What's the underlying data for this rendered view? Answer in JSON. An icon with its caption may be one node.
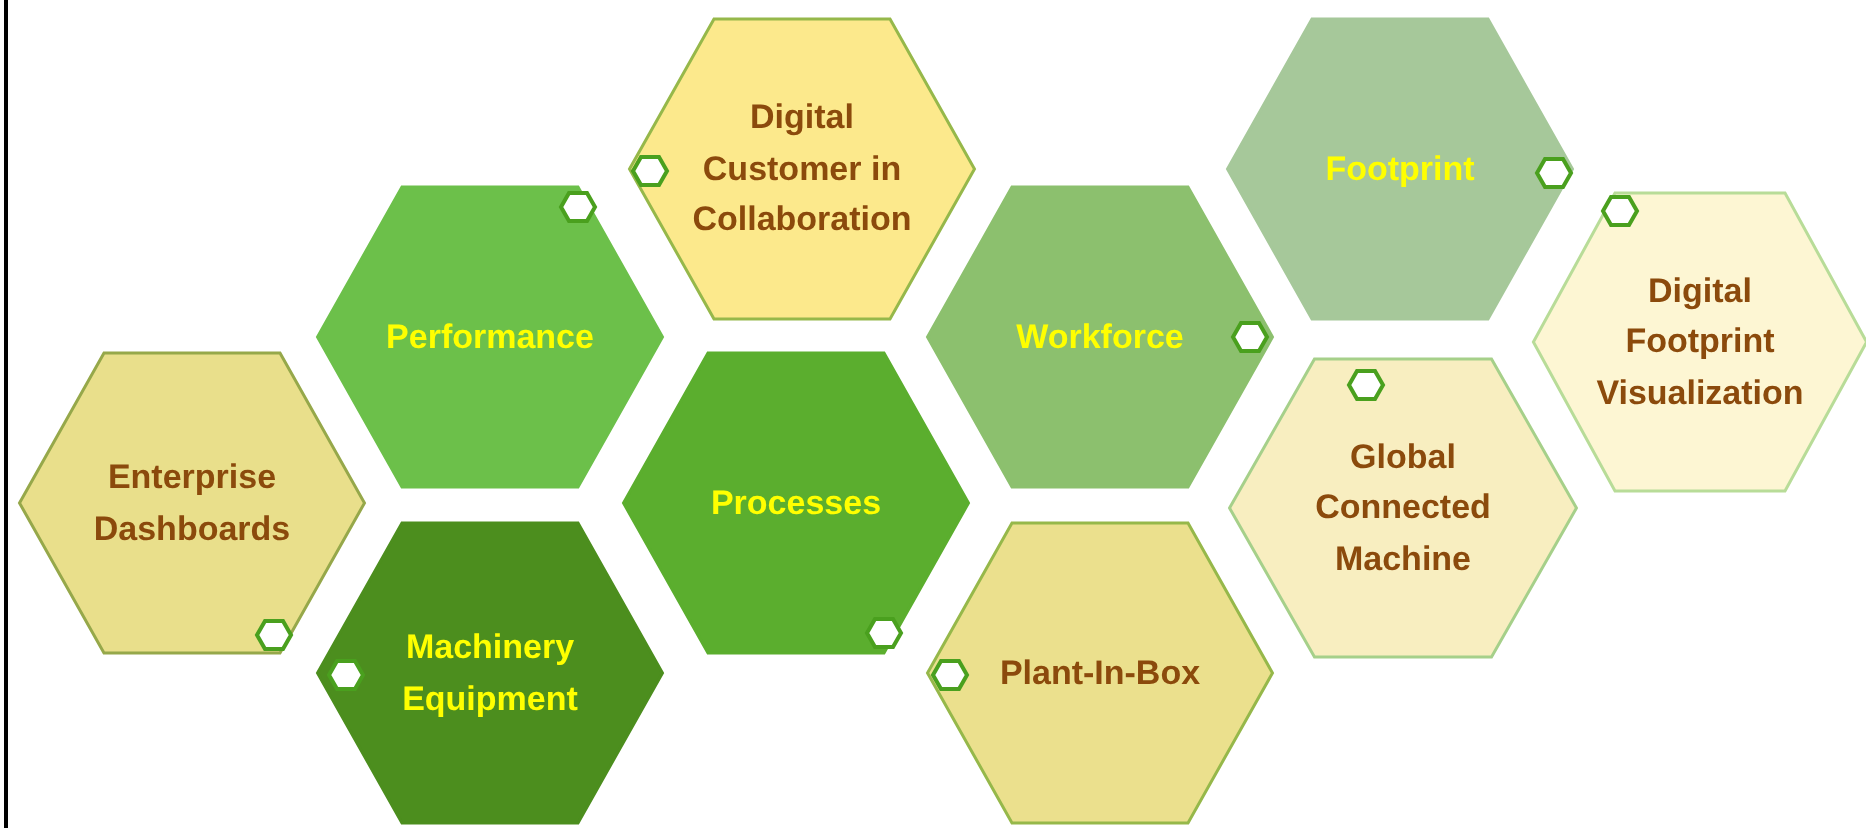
{
  "diagram": {
    "nodes": [
      {
        "text": [
          "Enterprise Dashboards"
        ]
      },
      {
        "text": [
          "Performance"
        ]
      },
      {
        "text": [
          "Digital Customer in Collaboration"
        ]
      },
      {
        "text": [
          "Processes"
        ]
      },
      {
        "text": [
          "Machinery Equipment"
        ]
      },
      {
        "text": [
          "Workforce"
        ]
      },
      {
        "text": [
          "Plant-In-Box"
        ]
      },
      {
        "text": [
          "Footprint"
        ]
      },
      {
        "text": [
          "Global Connected Machine"
        ]
      },
      {
        "text": [
          "Digital Footprint Visualization"
        ]
      }
    ],
    "edges": []
  }
}
